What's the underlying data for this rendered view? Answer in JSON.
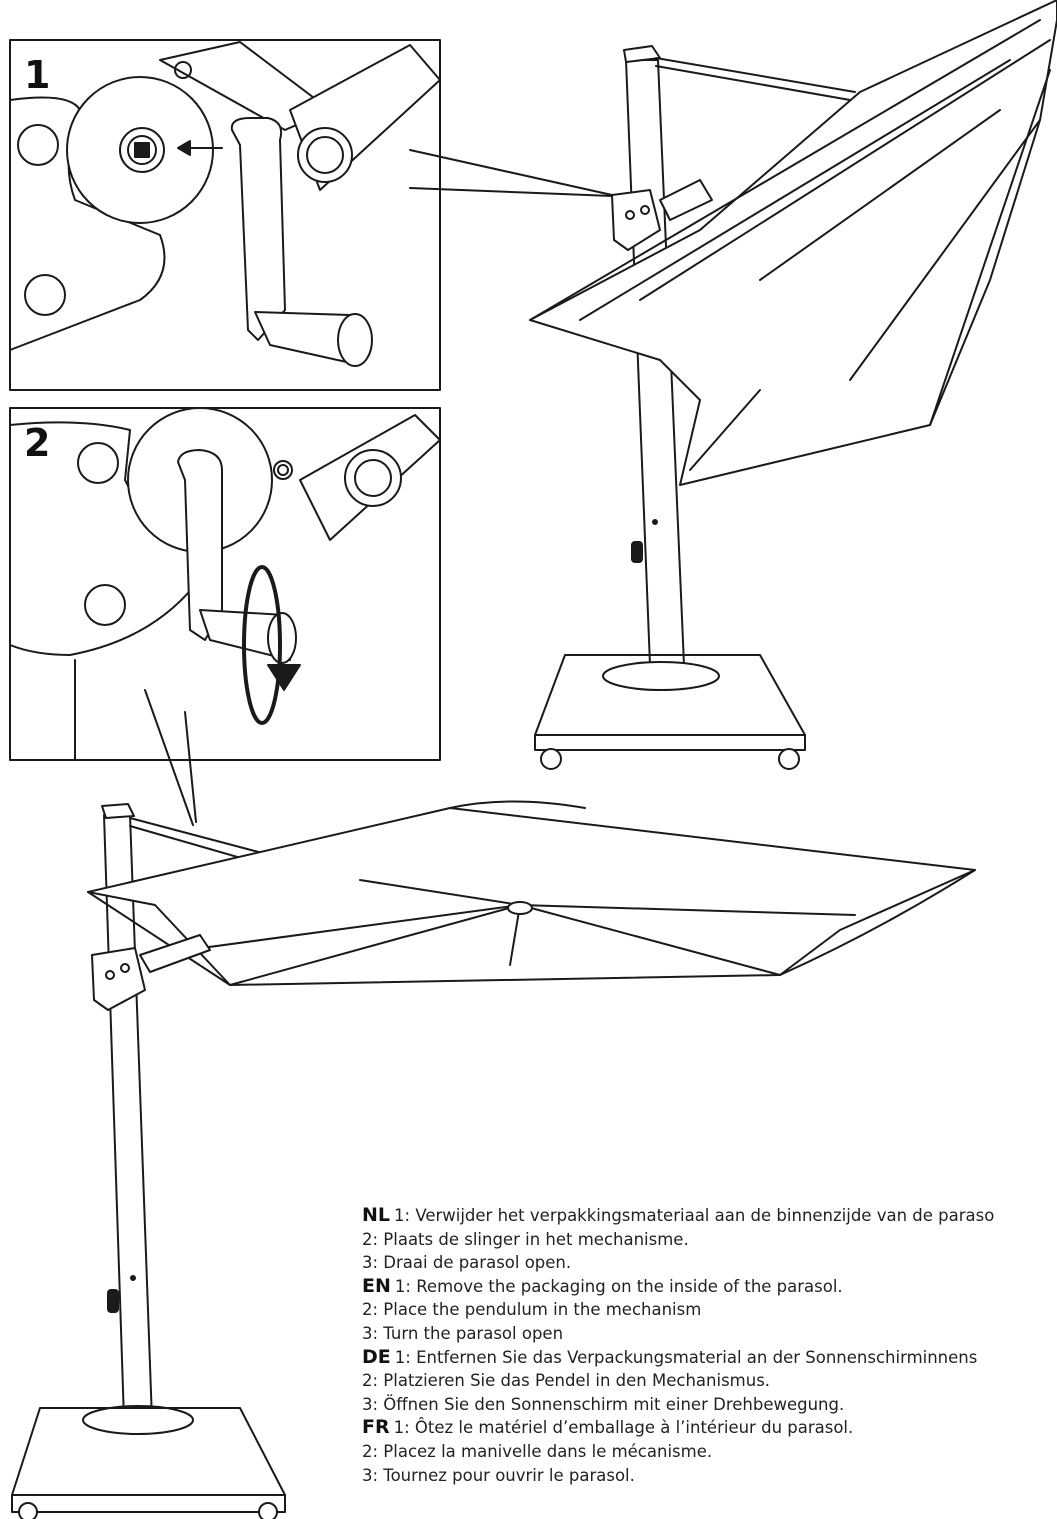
{
  "panels": [
    {
      "number": "1"
    },
    {
      "number": "2"
    }
  ],
  "instructions": [
    {
      "lang": "NL",
      "step1": "1: Verwijder het verpakkingsmateriaal aan de binnenzijde van de paraso",
      "step2": "2: Plaats de slinger in het mechanisme.",
      "step3": "3: Draai de parasol open."
    },
    {
      "lang": "EN",
      "step1": "1: Remove the packaging on the inside of the parasol.",
      "step2": "2: Place the pendulum in the mechanism",
      "step3": "3: Turn the parasol open"
    },
    {
      "lang": "DE",
      "step1": "1: Entfernen Sie das Verpackungsmaterial an der Sonnenschirminnens",
      "step2": "2: Platzieren Sie das Pendel in den Mechanismus.",
      "step3": "3: Öffnen Sie den Sonnenschirm mit einer Drehbewegung."
    },
    {
      "lang": "FR",
      "step1": "1: Ôtez le matériel d’emballage à l’intérieur du parasol.",
      "step2": "2: Placez la manivelle dans le mécanisme.",
      "step3": "3: Tournez pour ouvrir le parasol."
    }
  ]
}
